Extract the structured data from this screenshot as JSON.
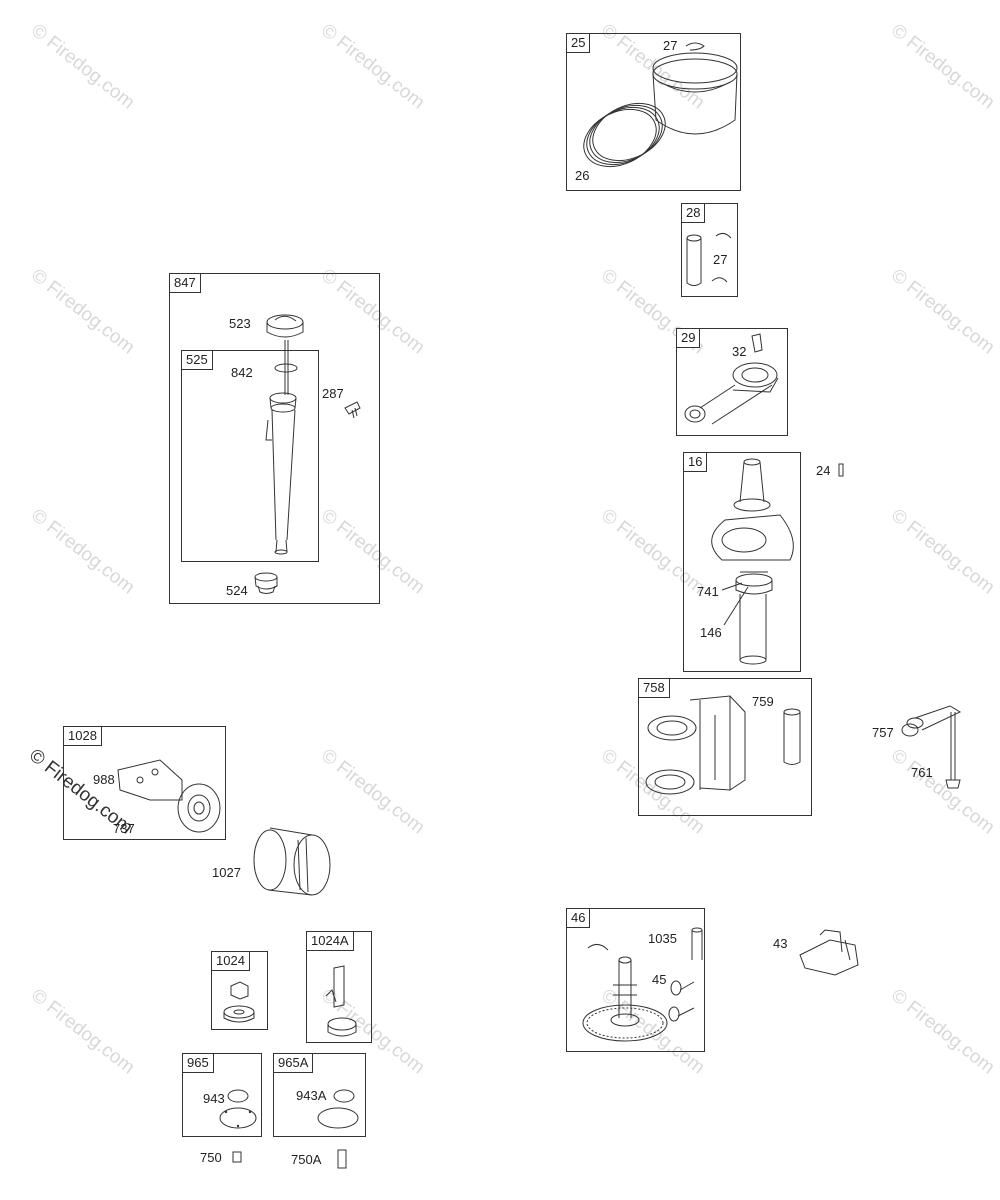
{
  "watermark": "© Firedog.com",
  "groups": {
    "g847": "847",
    "g525": "525",
    "g25": "25",
    "g28": "28",
    "g29": "29",
    "g16": "16",
    "g758": "758",
    "g1028": "1028",
    "g1024": "1024",
    "g1024A": "1024A",
    "g965": "965",
    "g965A": "965A",
    "g46": "46"
  },
  "parts": {
    "p523": "523",
    "p842": "842",
    "p287": "287",
    "p524": "524",
    "p27a": "27",
    "p26": "26",
    "p27b": "27",
    "p32": "32",
    "p24": "24",
    "p741": "741",
    "p146": "146",
    "p759": "759",
    "p757": "757",
    "p761": "761",
    "p988": "988",
    "p737": "737",
    "p1027": "1027",
    "p943": "943",
    "p943A": "943A",
    "p750": "750",
    "p750A": "750A",
    "p1035": "1035",
    "p45": "45",
    "p43": "43"
  }
}
